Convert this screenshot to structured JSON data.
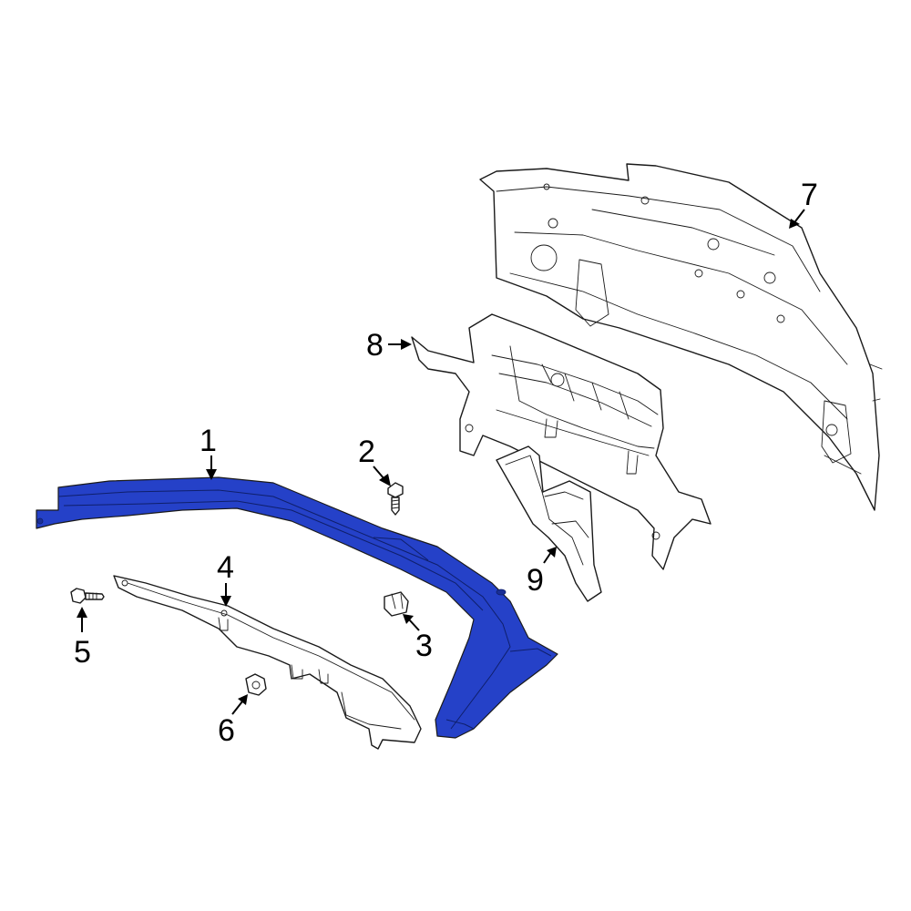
{
  "callouts": [
    {
      "id": "1",
      "label": "1"
    },
    {
      "id": "2",
      "label": "2"
    },
    {
      "id": "3",
      "label": "3"
    },
    {
      "id": "4",
      "label": "4"
    },
    {
      "id": "5",
      "label": "5"
    },
    {
      "id": "6",
      "label": "6"
    },
    {
      "id": "7",
      "label": "7"
    },
    {
      "id": "8",
      "label": "8"
    },
    {
      "id": "9",
      "label": "9"
    }
  ],
  "colors": {
    "highlight": "#2541c8",
    "highlight_dark": "#1a2f96",
    "outline": "#1a1a1a",
    "background": "#ffffff"
  }
}
